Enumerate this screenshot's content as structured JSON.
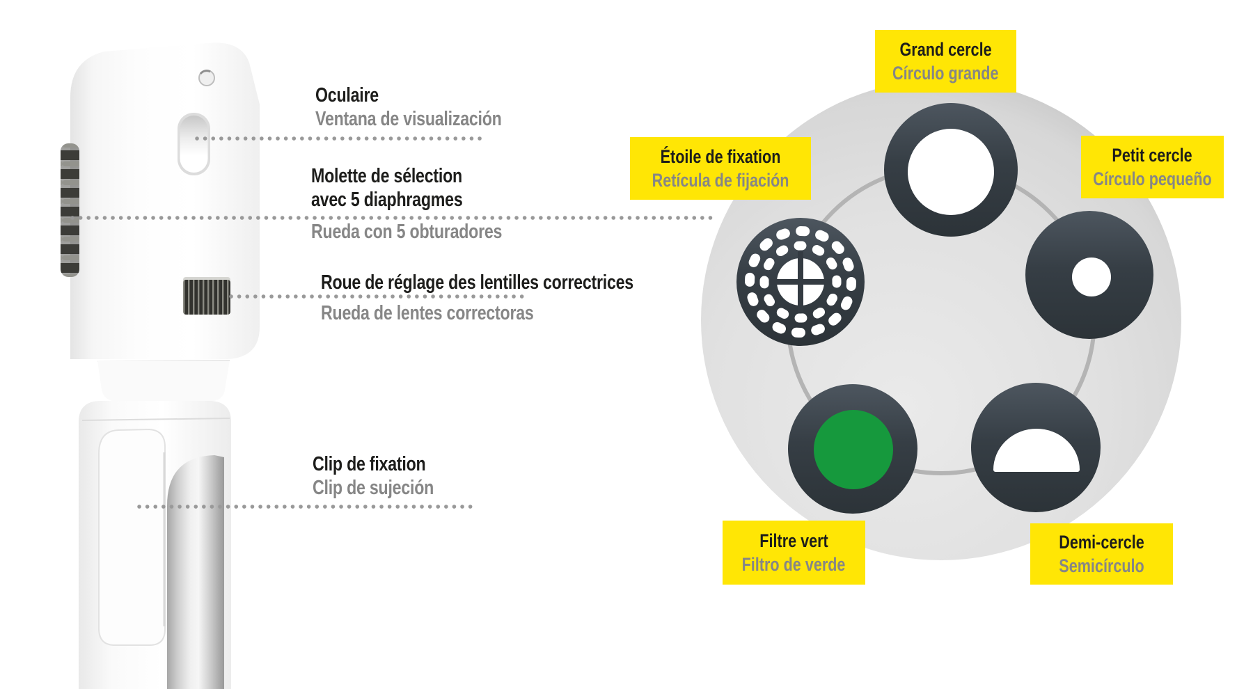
{
  "theme": {
    "yellow": "#ffe605",
    "black_text": "#1d1d1b",
    "gray_text": "#868686",
    "dot_gray": "#999999",
    "dark_circle": "#333b41",
    "green": "#16993d",
    "ring_gray": "#b4b4b4"
  },
  "device": {
    "callouts": [
      {
        "id": "oculaire",
        "fr": "Oculaire",
        "es": "Ventana de visualización"
      },
      {
        "id": "molette",
        "fr_line1": "Molette de sélection",
        "fr_line2": "avec 5 diaphragmes",
        "es": "Rueda con 5 obturadores"
      },
      {
        "id": "roue",
        "fr": "Roue de réglage des lentilles correctrices",
        "es": "Rueda de lentes correctoras"
      },
      {
        "id": "clip",
        "fr": "Clip de fixation",
        "es": "Clip de sujeción"
      }
    ]
  },
  "wheel": {
    "labels": {
      "grand": {
        "fr": "Grand cercle",
        "es": "Círculo grande"
      },
      "etoile": {
        "fr": "Étoile de fixation",
        "es": "Retícula de fijación"
      },
      "petit": {
        "fr": "Petit cercle",
        "es": "Círculo pequeño"
      },
      "vert": {
        "fr": "Filtre vert",
        "es": "Filtro de verde"
      },
      "demi": {
        "fr": "Demi-cercle",
        "es": "Semicírculo"
      }
    }
  }
}
